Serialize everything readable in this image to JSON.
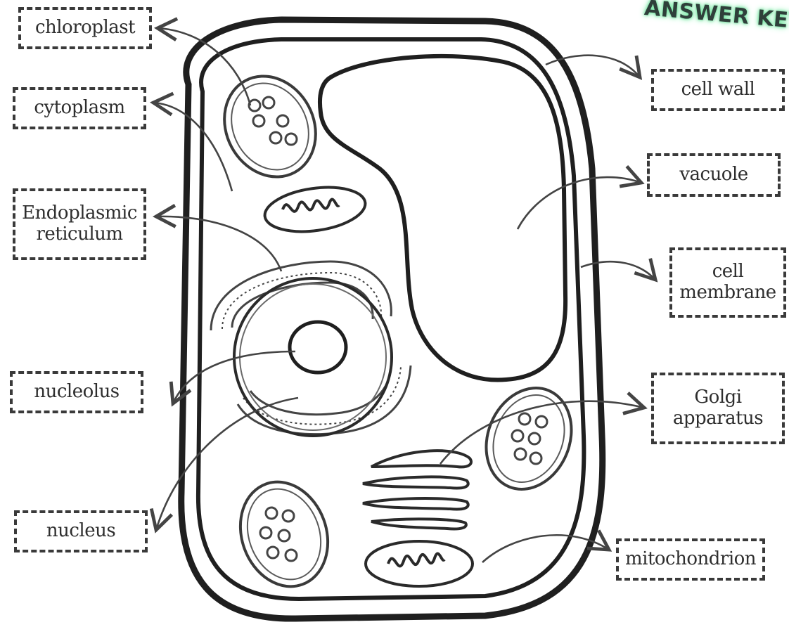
{
  "header": {
    "stamp": "ANSWER KEY",
    "accent_color": "#7ee6a8"
  },
  "labels": {
    "chloroplast": "chloroplast",
    "cytoplasm": "cytoplasm",
    "endoplasmic_reticulum": "Endoplasmic\nreticulum",
    "nucleolus": "nucleolus",
    "nucleus": "nucleus",
    "cell_wall": "cell wall",
    "vacuole": "vacuole",
    "cell_membrane": "cell\nmembrane",
    "golgi_apparatus": "Golgi\napparatus",
    "mitochondrion": "mitochondrion"
  }
}
